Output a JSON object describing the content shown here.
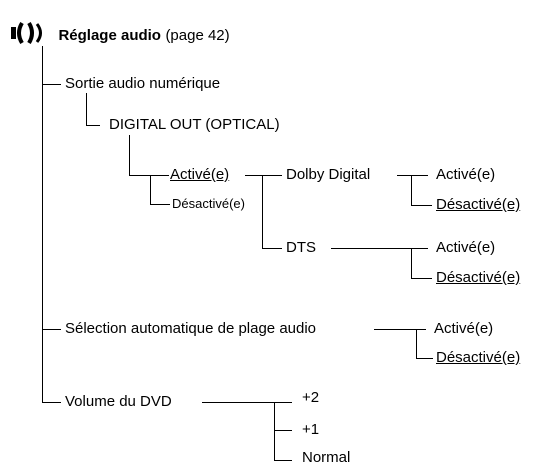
{
  "header": {
    "title": "Réglage audio",
    "page_ref": "(page 42)",
    "icon": "speaker-icon"
  },
  "tree": {
    "sortie": "Sortie audio numérique",
    "digital_out": "DIGITAL OUT (OPTICAL)",
    "digital_on": "Activé(e)",
    "digital_off": "Désactivé(e)",
    "dolby": "Dolby Digital",
    "dolby_on": "Activé(e)",
    "dolby_off": "Désactivé(e)",
    "dts": "DTS",
    "dts_on": "Activé(e)",
    "dts_off": "Désactivé(e)",
    "selection": "Sélection automatique de plage audio",
    "selection_on": "Activé(e)",
    "selection_off": "Désactivé(e)",
    "volume": "Volume du DVD",
    "vol_plus2": "+2",
    "vol_plus1": "+1",
    "vol_normal": "Normal"
  }
}
